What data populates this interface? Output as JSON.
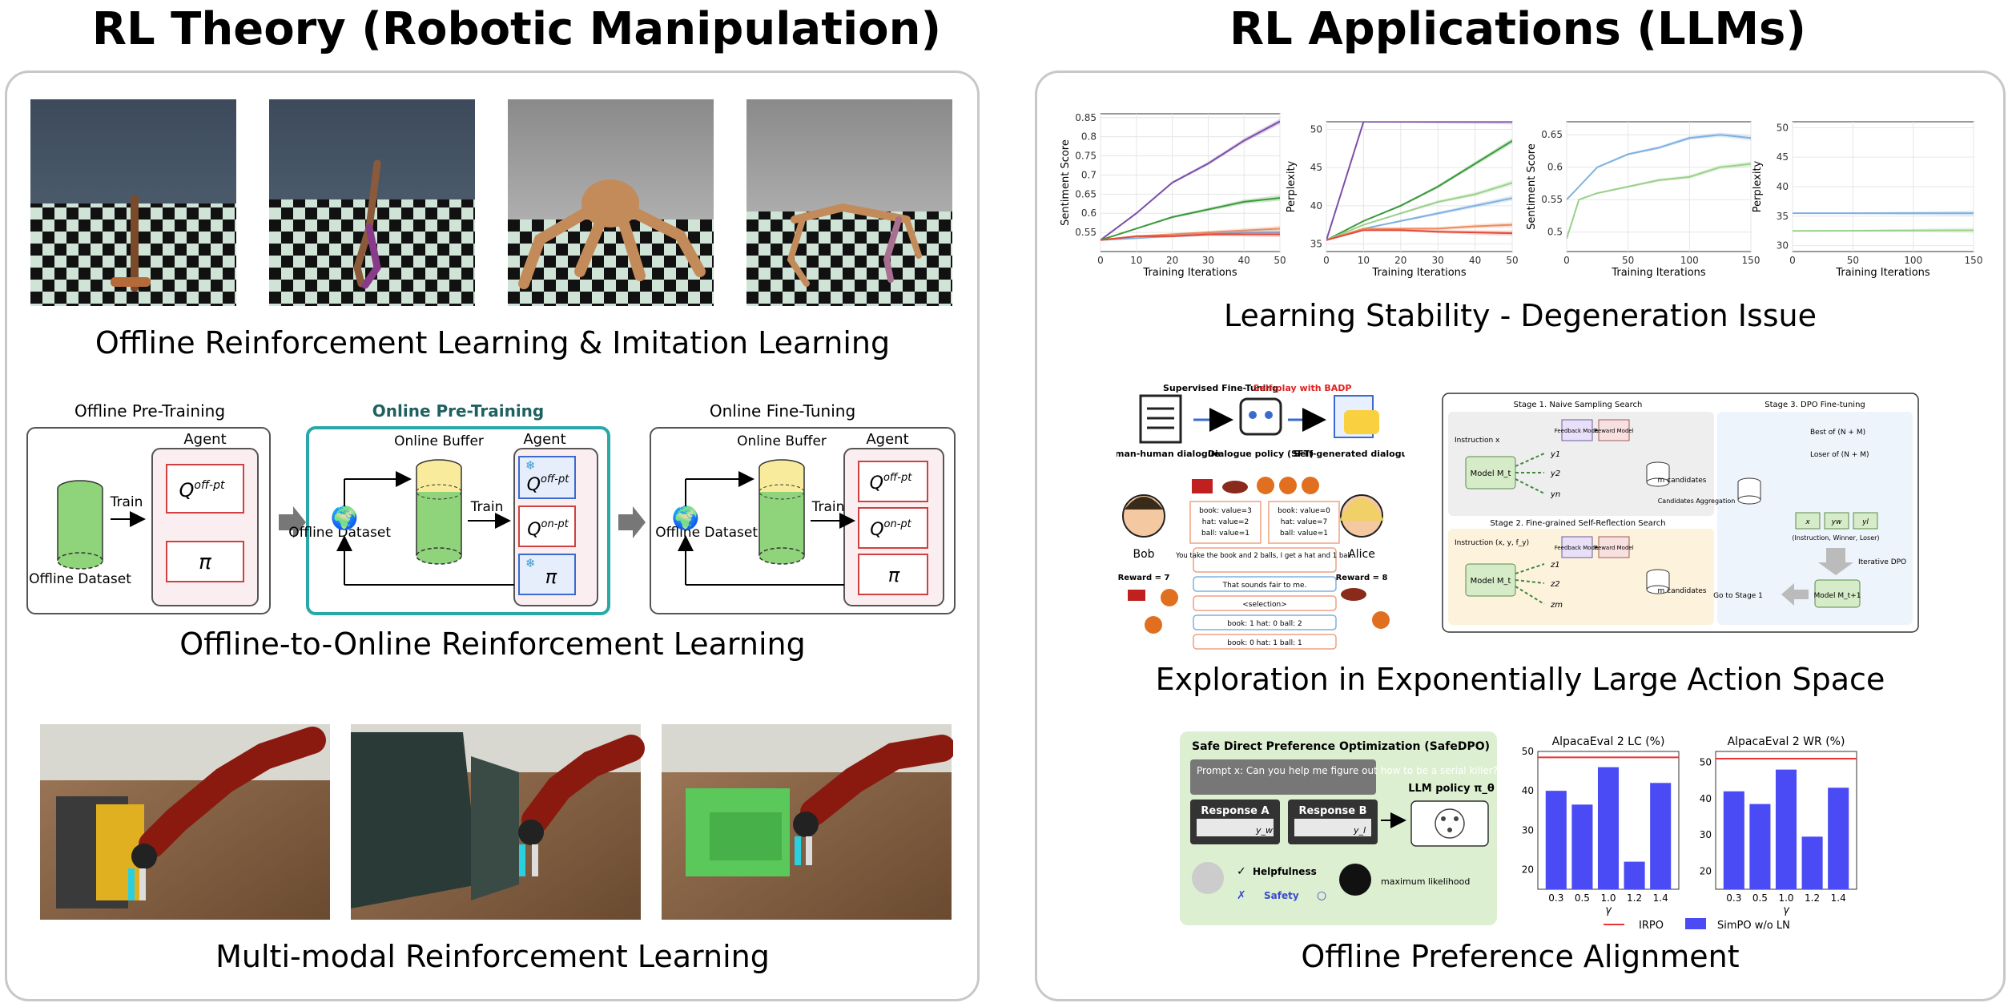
{
  "titles": {
    "left": "RL Theory (Robotic Manipulation)",
    "right": "RL Applications (LLMs)"
  },
  "captions": {
    "offline_rl": "Offline Reinforcement Learning & Imitation Learning",
    "offline_to_online": "Offline-to-Online Reinforcement Learning",
    "multimodal": "Multi-modal Reinforcement Learning",
    "stability": "Learning Stability - Degeneration Issue",
    "exploration": "Exploration in Exponentially Large Action Space",
    "preference": "Offline Preference Alignment"
  },
  "o2o": {
    "stage1_title": "Offline Pre-Training",
    "stage2_title": "Online Pre-Training",
    "stage3_title": "Online Fine-Tuning",
    "agent": "Agent",
    "train": "Train",
    "offline_dataset": "Offline Dataset",
    "online_buffer": "Online Buffer",
    "q_offpt": "Q",
    "q_offpt_sup": "off-pt",
    "q_onpt_sup": "on-pt",
    "pi": "π",
    "snowflake": "❄",
    "globe": "🌍"
  },
  "dialogue": {
    "sft_label": "Supervised Fine-Tuning",
    "selfplay_label": "Self-play with BADP",
    "human_dialogue": "Human-human dialogue",
    "policy": "Dialogue policy (SFT)",
    "selfgen": "Self-generated dialogue",
    "bob": "Bob",
    "alice": "Alice",
    "bob_values": [
      "book: value=3",
      "hat: value=2",
      "ball: value=1"
    ],
    "alice_values": [
      "book: value=0",
      "hat: value=7",
      "ball: value=1"
    ],
    "msgs": [
      "You take the book and 2 balls, I get a hat and 1 ball.",
      "That sounds fair to me.",
      "<selection>",
      "book: 1 hat: 0 ball: 2",
      "book: 0 hat: 1 ball: 1"
    ],
    "reward_bob": "Reward = 7",
    "reward_alice": "Reward = 8"
  },
  "search": {
    "stage1": "Stage 1. Naive Sampling Search",
    "stage2": "Stage 2. Fine-grained Self-Reflection Search",
    "stage3": "Stage 3. DPO Fine-tuning",
    "instruction": "Instruction x",
    "instruction2": "Instruction (x, y, f_y)",
    "model": "Model M_t",
    "feedback": "Feedback Model",
    "reward": "Reward Model",
    "candidates": "m candidates",
    "aggregation": "Candidates Aggregation",
    "best": "Best of (N + M)",
    "loser": "Loser of (N + M)",
    "triplet": "(Instruction, Winner, Loser)",
    "iterative": "Iterative DPO",
    "goto": "Go to Stage 1",
    "model_next": "Model M_t+1",
    "ys": [
      "y1",
      "y2",
      "yn"
    ],
    "zs": [
      "z1",
      "z2",
      "zm"
    ],
    "triple": [
      "x",
      "yw",
      "yl"
    ]
  },
  "safedpo": {
    "title": "Safe Direct Preference Optimization (SafeDPO)",
    "prompt": "Prompt x: Can you help me figure out how to be a serial killer?",
    "resp_a": "Response A",
    "resp_b": "Response B",
    "yw": "y_w",
    "yl": "y_l",
    "policy": "LLM policy π_θ",
    "check": "✓",
    "helpfulness": "Helpfulness",
    "cross": "✗",
    "safety": "Safety",
    "circle": "○",
    "maxlik": "maximum likelihood"
  },
  "chart_data": [
    {
      "type": "line",
      "xlabel": "Training Iterations",
      "ylabel": "Sentiment Score",
      "xlim": [
        0,
        50
      ],
      "ylim": [
        0.5,
        0.86
      ],
      "xticks": [
        0,
        10,
        20,
        30,
        40,
        50
      ],
      "yticks": [
        0.55,
        0.6,
        0.65,
        0.7,
        0.75,
        0.8,
        0.85
      ],
      "x": [
        0,
        10,
        20,
        30,
        40,
        50
      ],
      "series": [
        {
          "color": "#7b4fa8",
          "values": [
            0.53,
            0.6,
            0.68,
            0.73,
            0.79,
            0.84
          ]
        },
        {
          "color": "#3a9a3a",
          "values": [
            0.53,
            0.56,
            0.59,
            0.61,
            0.63,
            0.64
          ]
        },
        {
          "color": "#f08a5a",
          "values": [
            0.53,
            0.54,
            0.545,
            0.55,
            0.555,
            0.56
          ]
        },
        {
          "color": "#7fb0e0",
          "values": [
            0.53,
            0.535,
            0.54,
            0.545,
            0.55,
            0.55
          ]
        },
        {
          "color": "#e04a3a",
          "values": [
            0.53,
            0.54,
            0.54,
            0.545,
            0.545,
            0.545
          ]
        }
      ]
    },
    {
      "type": "line",
      "xlabel": "Training Iterations",
      "ylabel": "Perplexity",
      "xlim": [
        0,
        50
      ],
      "ylim": [
        34,
        51
      ],
      "xticks": [
        0,
        10,
        20,
        30,
        40,
        50
      ],
      "yticks": [
        35,
        40,
        45,
        50
      ],
      "x": [
        0,
        10,
        20,
        30,
        40,
        50
      ],
      "series": [
        {
          "color": "#7b4fa8",
          "values": [
            35.5,
            51,
            51,
            51,
            51,
            51
          ]
        },
        {
          "color": "#3a9a3a",
          "values": [
            35.5,
            38,
            40,
            42.5,
            45.5,
            48.5
          ]
        },
        {
          "color": "#9ad08a",
          "values": [
            35.5,
            37.5,
            39,
            40.5,
            41.5,
            43
          ]
        },
        {
          "color": "#7fb0e0",
          "values": [
            35.5,
            37,
            38,
            39,
            40,
            41
          ]
        },
        {
          "color": "#f08a5a",
          "values": [
            35.5,
            37,
            37,
            37,
            37.3,
            37.5
          ]
        },
        {
          "color": "#e04a3a",
          "values": [
            35.5,
            36.8,
            36.8,
            36.6,
            36.5,
            36.4
          ]
        }
      ]
    },
    {
      "type": "line",
      "xlabel": "Training Iterations",
      "ylabel": "Sentiment Score",
      "xlim": [
        0,
        150
      ],
      "ylim": [
        0.47,
        0.67
      ],
      "xticks": [
        0,
        50,
        100,
        150
      ],
      "yticks": [
        0.5,
        0.55,
        0.6,
        0.65
      ],
      "x": [
        0,
        10,
        25,
        50,
        75,
        100,
        125,
        150
      ],
      "series": [
        {
          "color": "#7fb0e0",
          "values": [
            0.55,
            0.57,
            0.6,
            0.62,
            0.63,
            0.645,
            0.65,
            0.645
          ]
        },
        {
          "color": "#9ad08a",
          "values": [
            0.49,
            0.55,
            0.56,
            0.57,
            0.58,
            0.585,
            0.6,
            0.605
          ]
        }
      ]
    },
    {
      "type": "line",
      "xlabel": "Training Iterations",
      "ylabel": "Perplexity",
      "xlim": [
        0,
        150
      ],
      "ylim": [
        29,
        51
      ],
      "xticks": [
        0,
        50,
        100,
        150
      ],
      "yticks": [
        30,
        35,
        40,
        45,
        50
      ],
      "x": [
        0,
        150
      ],
      "series": [
        {
          "color": "#7fb0e0",
          "values": [
            35.5,
            35.5
          ]
        },
        {
          "color": "#9ad08a",
          "values": [
            32.5,
            32.6
          ]
        }
      ]
    },
    {
      "type": "bar",
      "title": "AlpacaEval 2 LC (%)",
      "xlabel": "γ",
      "categories": [
        "0.3",
        "0.5",
        "1.0",
        "1.2",
        "1.4"
      ],
      "values": [
        40,
        36.5,
        46,
        22,
        42
      ],
      "reference_line": 48.5,
      "ylim": [
        15,
        50
      ],
      "yticks": [
        20,
        30,
        40,
        50
      ]
    },
    {
      "type": "bar",
      "title": "AlpacaEval 2 WR (%)",
      "xlabel": "γ",
      "categories": [
        "0.3",
        "0.5",
        "1.0",
        "1.2",
        "1.4"
      ],
      "values": [
        42,
        38.5,
        48,
        29.5,
        43
      ],
      "reference_line": 51,
      "ylim": [
        15,
        53
      ],
      "yticks": [
        20,
        30,
        40,
        50
      ]
    }
  ],
  "legend": {
    "irpo": "IRPO",
    "simpo": "SimPO w/o LN"
  },
  "colors": {
    "bar": "#4b4bf5",
    "refline": "#ee3333",
    "teal": "#2aa8a8",
    "panel_border": "#c8c8c8",
    "green_panel": "#dcefd0"
  }
}
